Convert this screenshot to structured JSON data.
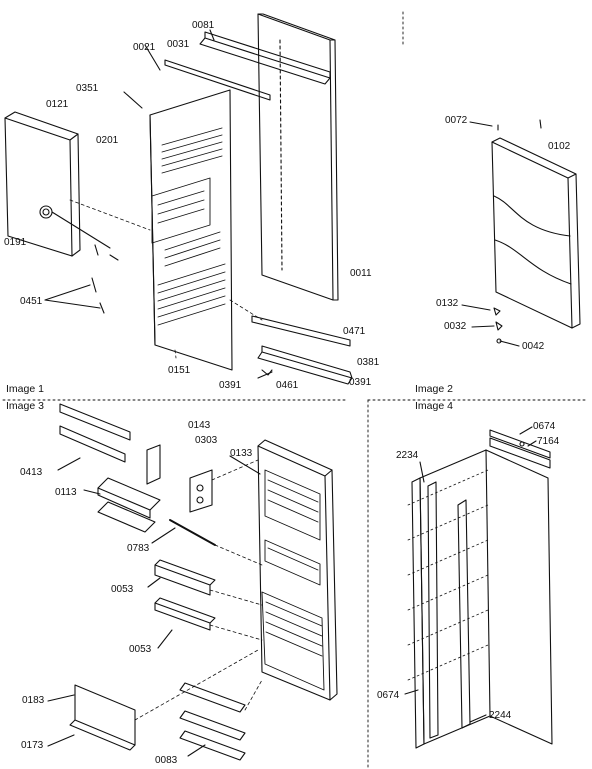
{
  "diagram": {
    "captions": {
      "image1": "Image 1",
      "image2": "Image 2",
      "image3": "Image 3",
      "image4": "Image 4"
    },
    "image1_parts": {
      "p0081": "0081",
      "p0021": "0021",
      "p0031": "0031",
      "p0351": "0351",
      "p0121": "0121",
      "p0201": "0201",
      "p0191": "0191",
      "p0451": "0451",
      "p0011": "0011",
      "p0471": "0471",
      "p0151": "0151",
      "p0381": "0381",
      "p0391a": "0391",
      "p0461": "0461",
      "p0391b": "0391"
    },
    "image2_parts": {
      "p0072": "0072",
      "p0102": "0102",
      "p0132": "0132",
      "p0032": "0032",
      "p0042": "0042"
    },
    "image3_parts": {
      "p0143": "0143",
      "p0303": "0303",
      "p0413": "0413",
      "p0113": "0113",
      "p0133": "0133",
      "p0783": "0783",
      "p0053a": "0053",
      "p0053b": "0053",
      "p0183": "0183",
      "p0173": "0173",
      "p0083": "0083"
    },
    "image4_parts": {
      "p0674a": "0674",
      "p7164": "7164",
      "p2234": "2234",
      "p0674b": "0674",
      "p2244": "2244"
    }
  }
}
